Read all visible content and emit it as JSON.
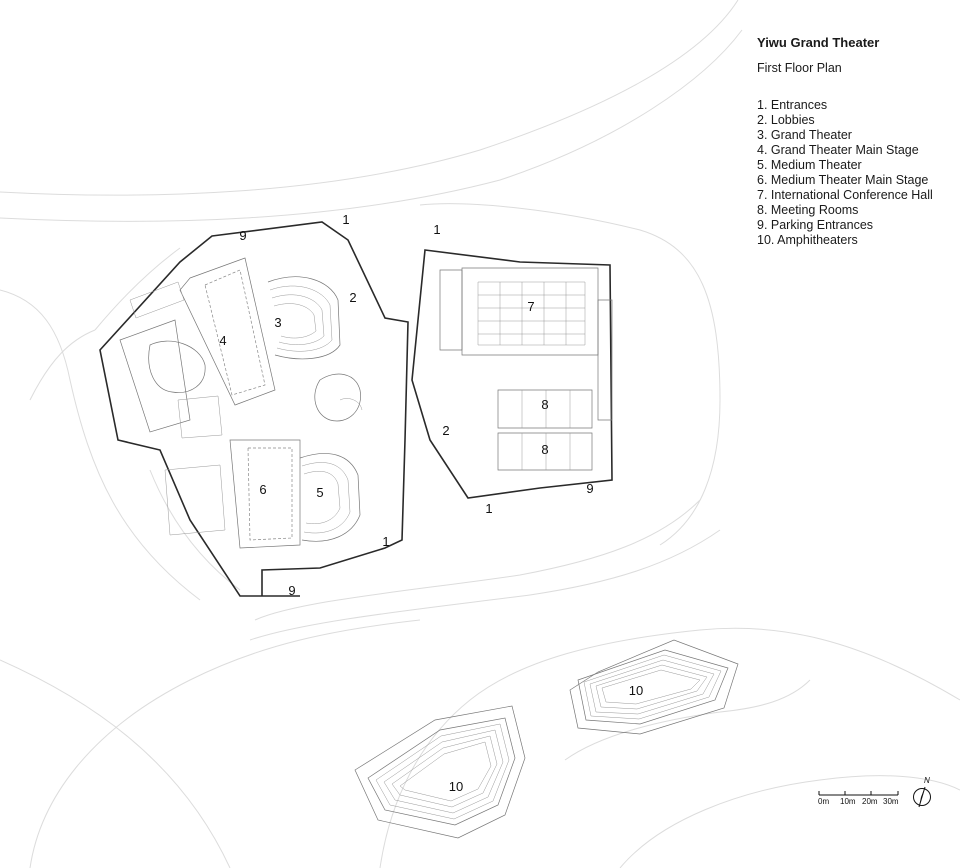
{
  "header": {
    "title": "Yiwu Grand Theater",
    "subtitle": "First Floor Plan"
  },
  "legend": {
    "items": [
      "1. Entrances",
      "2. Lobbies",
      "3. Grand Theater",
      "4. Grand Theater Main Stage",
      "5. Medium Theater",
      "6. Medium Theater Main Stage",
      "7. International Conference Hall",
      "8. Meeting Rooms",
      "9. Parking Entrances",
      "10. Amphitheaters"
    ]
  },
  "plan_labels": {
    "entrance": "1",
    "lobby": "2",
    "grand_theater": "3",
    "grand_stage": "4",
    "medium_theater": "5",
    "medium_stage": "6",
    "conference_hall": "7",
    "meeting_rooms": "8",
    "parking": "9",
    "amphitheater": "10"
  },
  "scale_bar": {
    "ticks": [
      "0m",
      "10m",
      "20m",
      "30m"
    ]
  },
  "north_arrow": {
    "label": "N"
  }
}
